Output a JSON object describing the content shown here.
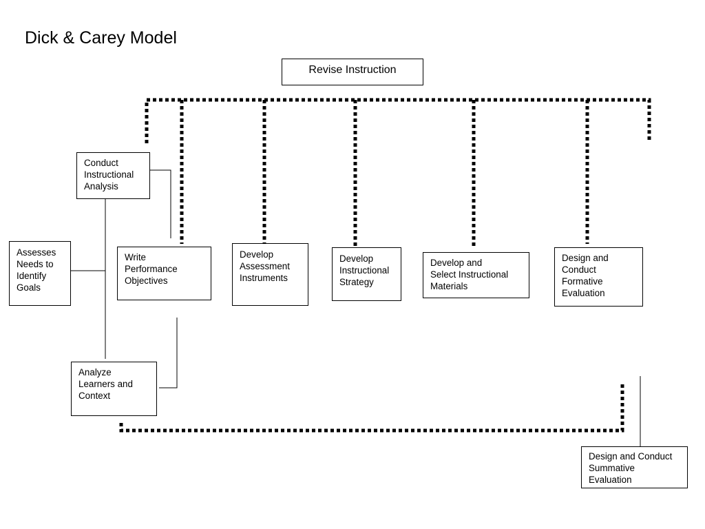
{
  "title": "Dick & Carey Model",
  "boxes": {
    "revise": "Revise Instruction",
    "conduct_analysis": "Conduct\nInstructional\nAnalysis",
    "assesses_needs": "Assesses\nNeeds to\nIdentify\nGoals",
    "write_objectives": "Write\nPerformance\nObjectives",
    "develop_assessment": "Develop\nAssessment\nInstruments",
    "develop_strategy": "Develop\nInstructional\nStrategy",
    "develop_materials": "Develop and\nSelect Instructional\nMaterials",
    "formative_evaluation": "Design and\nConduct\nFormative\nEvaluation",
    "analyze_learners": "Analyze\nLearners and\nContext",
    "summative_evaluation": "Design and Conduct\nSummative\nEvaluation"
  }
}
